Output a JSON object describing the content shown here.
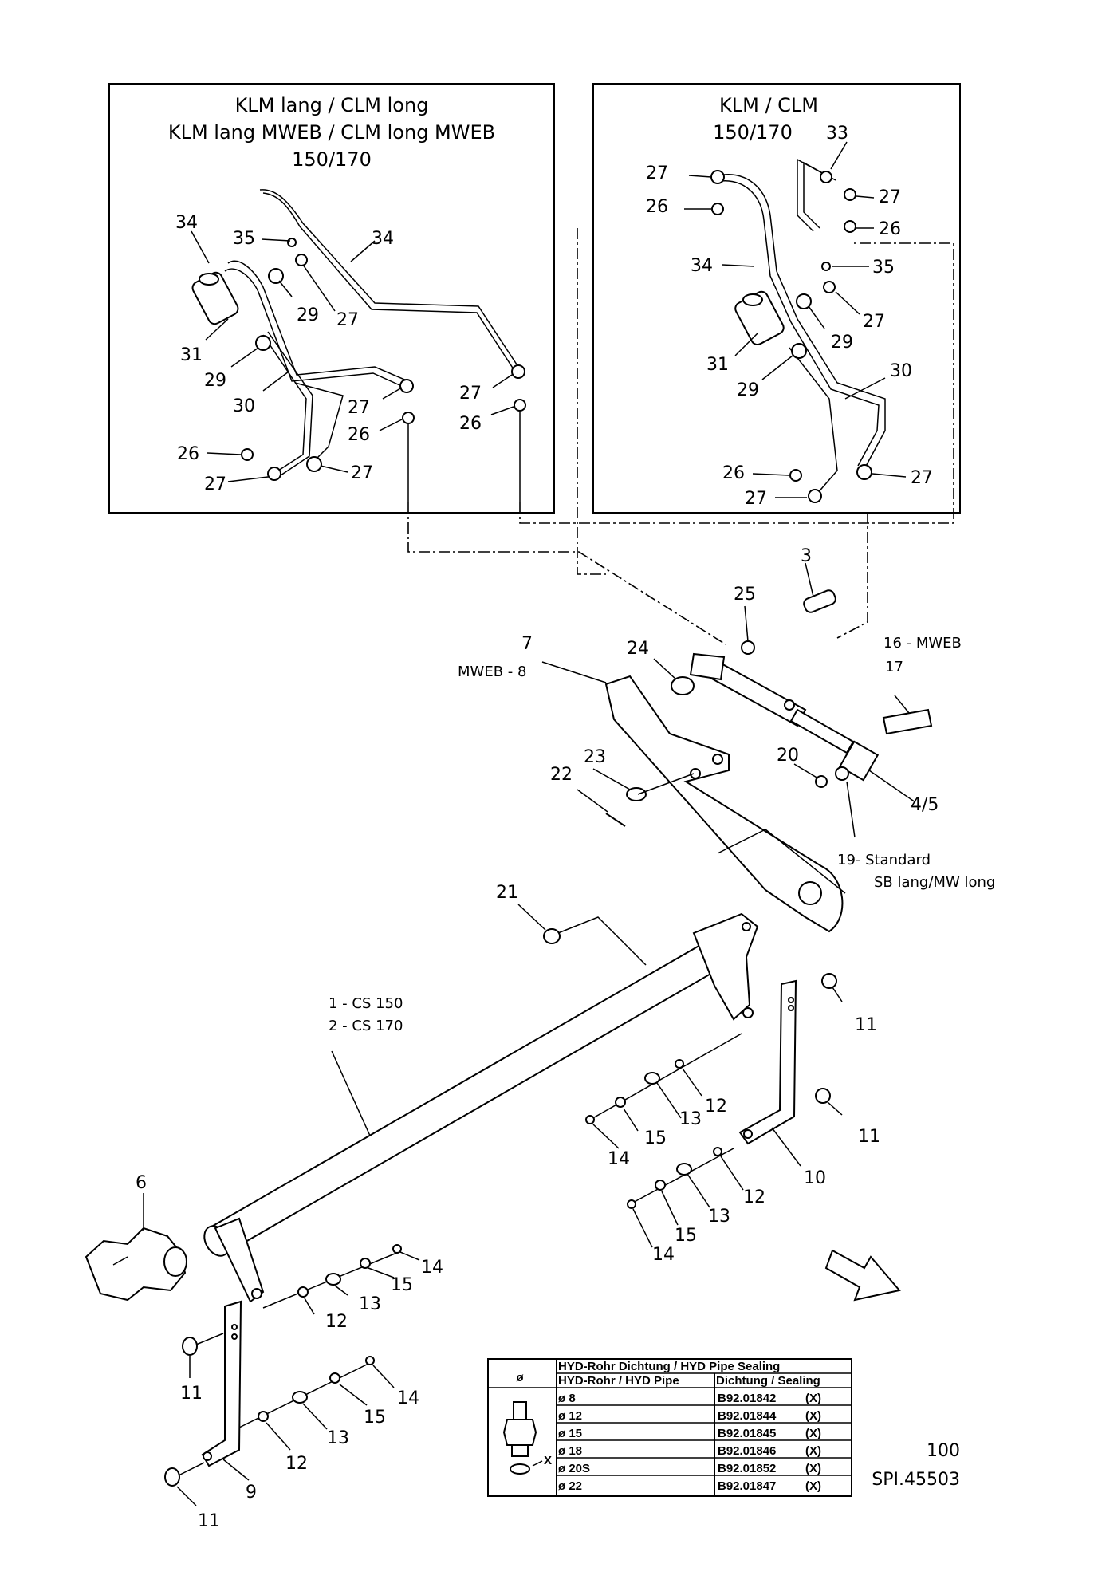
{
  "left_inset": {
    "title_lines": [
      "KLM lang / CLM long",
      "KLM lang MWEB / CLM long MWEB",
      "150/170"
    ]
  },
  "right_inset": {
    "title_lines": [
      "KLM / CLM",
      "150/170"
    ]
  },
  "part_labels": {
    "p1": "1 - CS 150",
    "p2": "2 - CS 170",
    "p3": "3",
    "p45": "4/5",
    "p6": "6",
    "p7": "7",
    "p8": "MWEB - 8",
    "p9": "9",
    "p10": "10",
    "p11": "11",
    "p12": "12",
    "p13": "13",
    "p14": "14",
    "p15": "15",
    "p16": "16 - MWEB",
    "p17": "17",
    "p19a": "19- Standard",
    "p19b": "SB lang/MW long",
    "p20": "20",
    "p21": "21",
    "p22": "22",
    "p23": "23",
    "p24": "24",
    "p25": "25",
    "p26": "26",
    "p27": "27",
    "p29": "29",
    "p30": "30",
    "p31": "31",
    "p33": "33",
    "p34": "34",
    "p35": "35"
  },
  "table": {
    "header_top": "HYD-Rohr Dichtung / HYD Pipe Sealing",
    "col_pipe": "HYD-Rohr / HYD Pipe",
    "col_seal": "Dichtung / Sealing",
    "phi_symbol": "ø",
    "x_marker": "X",
    "rows": [
      {
        "dia": "ø 8",
        "code": "B92.01842",
        "mark": "(X)"
      },
      {
        "dia": "ø 12",
        "code": "B92.01844",
        "mark": "(X)"
      },
      {
        "dia": "ø 15",
        "code": "B92.01845",
        "mark": "(X)"
      },
      {
        "dia": "ø 18",
        "code": "B92.01846",
        "mark": "(X)"
      },
      {
        "dia": "ø 20S",
        "code": "B92.01852",
        "mark": "(X)"
      },
      {
        "dia": "ø 22",
        "code": "B92.01847",
        "mark": "(X)"
      }
    ]
  },
  "footer": {
    "page_number": "100",
    "drawing_code": "SPI.45503"
  }
}
